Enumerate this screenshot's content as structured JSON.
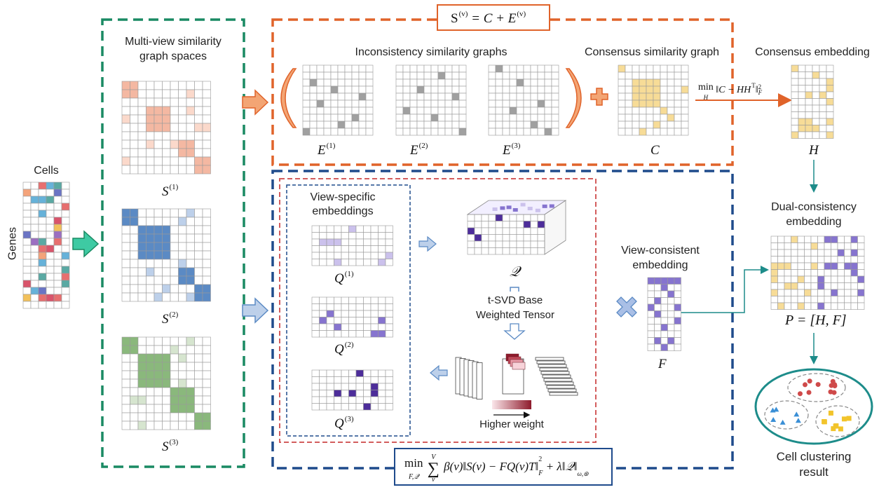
{
  "titles": {
    "multi_view_line1": "Multi-view similarity",
    "multi_view_line2": "graph spaces",
    "inconsistency": "Inconsistency similarity graphs",
    "consensus_graph": "Consensus similarity graph",
    "consensus_embedding": "Consensus embedding",
    "view_specific_line1": "View-specific",
    "view_specific_line2": "embeddings",
    "view_consistent_line1": "View-consistent",
    "view_consistent_line2": "embedding",
    "dual_line1": "Dual-consistency",
    "dual_line2": "embedding",
    "tsvd_line1": "t-SVD Base",
    "tsvd_line2": "Weighted Tensor",
    "higher_weight": "Higher weight",
    "cell_clustering_line1": "Cell clustering",
    "cell_clustering_line2": "result",
    "cells": "Cells",
    "genes": "Genes"
  },
  "symbols": {
    "S1": "S",
    "S1_sup": "(1)",
    "S2": "S",
    "S2_sup": "(2)",
    "S3": "S",
    "S3_sup": "(3)",
    "E1": "E",
    "E1_sup": "(1)",
    "E2": "E",
    "E2_sup": "(2)",
    "E3": "E",
    "E3_sup": "(3)",
    "C": "C",
    "H": "H",
    "F": "F",
    "Q1": "Q",
    "Q1_sup": "(1)",
    "Q2": "Q",
    "Q2_sup": "(2)",
    "Q3": "Q",
    "Q3_sup": "(3)",
    "Qtensor": "𝒬",
    "P": "P = [H, F]"
  },
  "formulas": {
    "top_lhs": "S",
    "top_sup_v": "(v)",
    "top_rhs": "= C + E",
    "top_rhs_sup": "(v)",
    "min_h_top": "min",
    "min_h_sub": "H",
    "min_h_expr": "‖C − HH",
    "min_h_T": "T",
    "min_h_tail": "‖",
    "min_h_norm_sub": "F",
    "min_h_norm_sup": "2",
    "bottom_min": "min",
    "bottom_min_sub": "F,𝒬",
    "bottom_sum_top": "V",
    "bottom_sum_bottom": "v",
    "bottom_body": "β(v)‖S(v) − FQ(v)T‖",
    "bottom_norm_sub": "F",
    "bottom_norm_sup": "2",
    "bottom_reg": "+ λ‖𝒬‖",
    "bottom_reg_sub": "ω,⊛"
  },
  "colors": {
    "green_frame": "#1a8a63",
    "orange_frame": "#e0632a",
    "blue_frame": "#1f4b8c",
    "red_frame": "#d35d5d",
    "teal_arrow": "#2db596",
    "teal_line": "#1d8c8a",
    "orange_fill": "#f3a574",
    "blue_fill": "#7fa3d6",
    "gray_cell": "#a0a0a0",
    "yellow_cell": "#f7dc97",
    "purple_cell": "#4d2d9a",
    "lilac_cell": "#cbc1ec",
    "mid_purple": "#8674cf",
    "green_cell": "#8ab87c",
    "light_green": "#d6e5cf",
    "pink_cell": "#f4b8a2",
    "steel_blue": "#5b8ac4",
    "light_blue": "#bdd0ea"
  },
  "icons": [
    "right-arrow-icon",
    "plus-icon",
    "multiply-icon",
    "down-arrow-icon",
    "open-bracket-icon",
    "close-bracket-icon"
  ]
}
